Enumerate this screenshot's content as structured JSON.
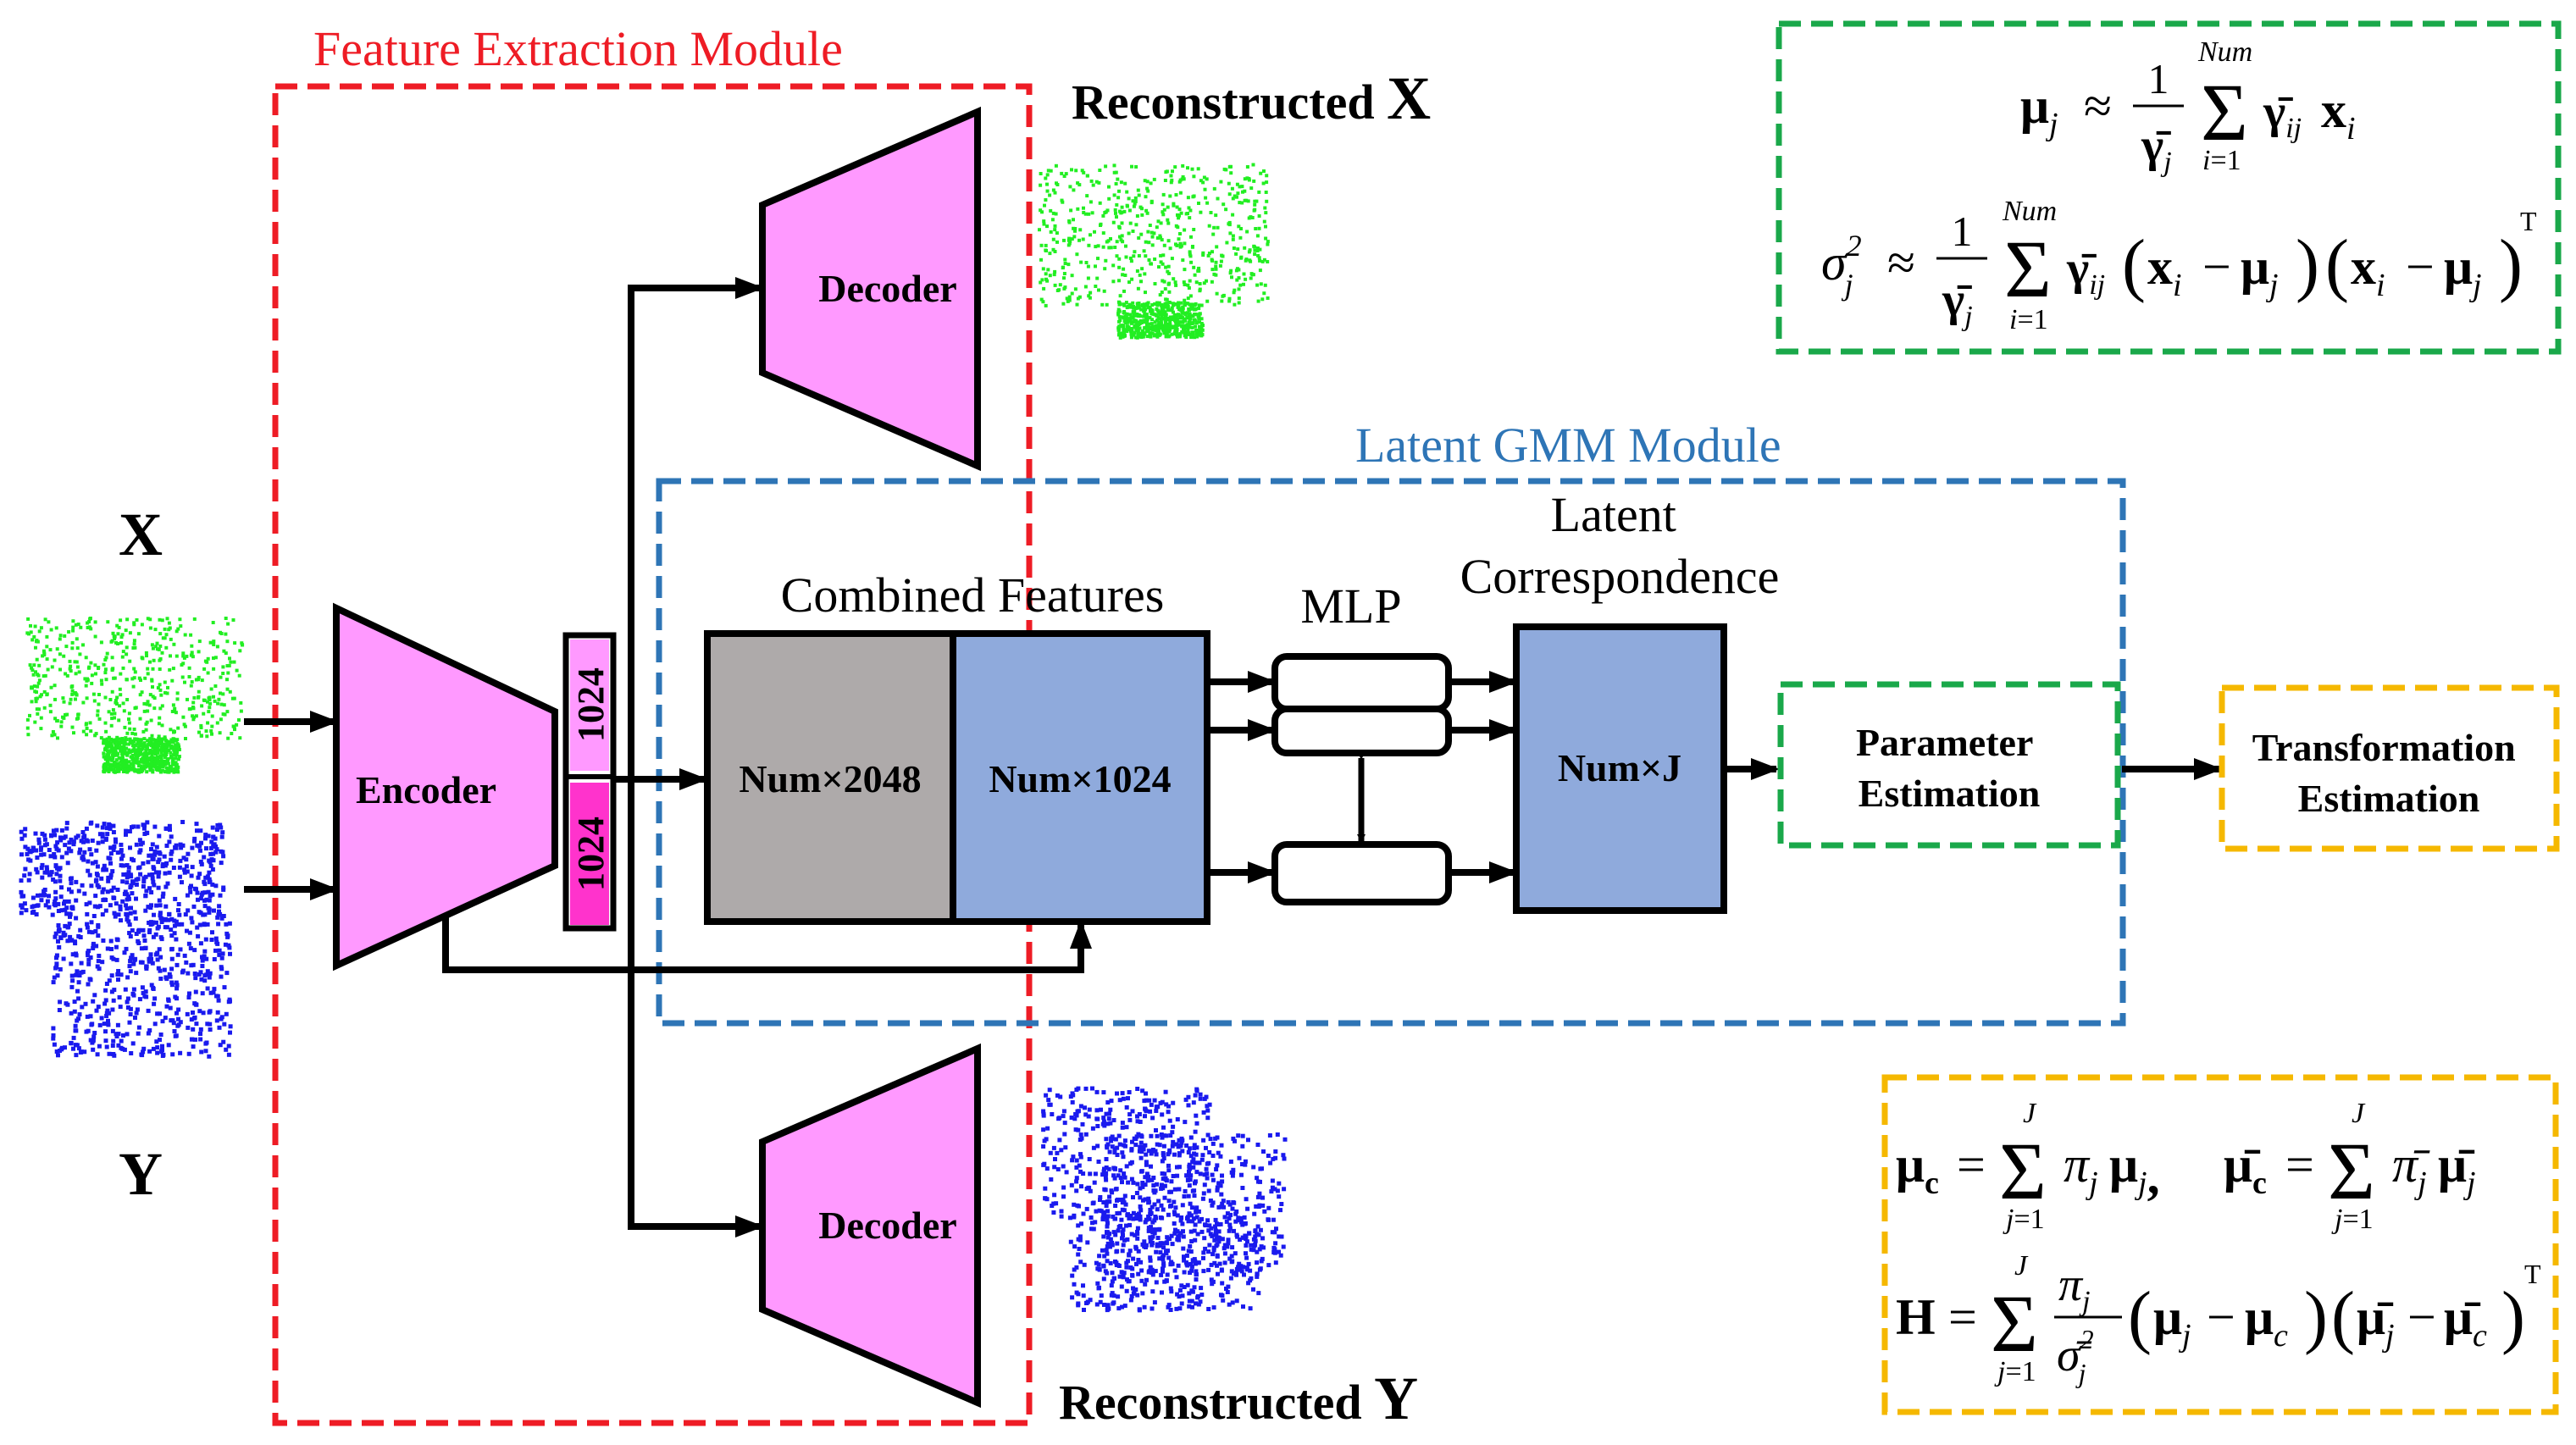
{
  "labels": {
    "feature_module": "Feature Extraction Module",
    "gmm_module": "Latent GMM Module",
    "recon_x_prefix": "Reconstructed",
    "recon_x_var": "X",
    "recon_y_prefix": "Reconstructed",
    "recon_y_var": "Y",
    "input_x": "X",
    "input_y": "Y",
    "encoder": "Encoder",
    "decoder_top": "Decoder",
    "decoder_bottom": "Decoder",
    "feat_top": "1024",
    "feat_bottom": "1024",
    "combined_features": "Combined Features",
    "num2048": "Num×2048",
    "num1024": "Num×1024",
    "mlp": "MLP",
    "latent_line1": "Latent",
    "latent_line2": "Correspondence",
    "numj": "Num×J",
    "param_line1": "Parameter",
    "param_line2": "Estimation",
    "trans_line1": "Transformation",
    "trans_line2": "Estimation"
  },
  "equations": {
    "mu_j": "μ_j ≈ (1/γ̄_j) Σ_{i=1}^{Num} γ̄_ij x_i",
    "sigma_j": "σ_j² ≈ (1/γ̄_j) Σ_{i=1}^{Num} γ̄_ij (x_i − μ_j)(x_i − μ_j)^T",
    "mu_c": "μ_c = Σ_{j=1}^{J} π_j μ_j,   μ̄_c = Σ_{j=1}^{J} π̄_j μ̄_j",
    "H": "H = Σ_{j=1}^{J} (π_j / σ̄_j²)(μ_j − μ_c)(μ̄_j − μ̄_c)^T"
  },
  "colors": {
    "red": "#ee1c25",
    "blue": "#2e75b6",
    "green": "#1aa84a",
    "yellow": "#f5b800",
    "pink": "#ff99ff",
    "magenta": "#ff33cc",
    "gray": "#aeaaaa",
    "steel": "#8faadc",
    "green_points": "#22ee22",
    "blue_points": "#1a1aee"
  }
}
